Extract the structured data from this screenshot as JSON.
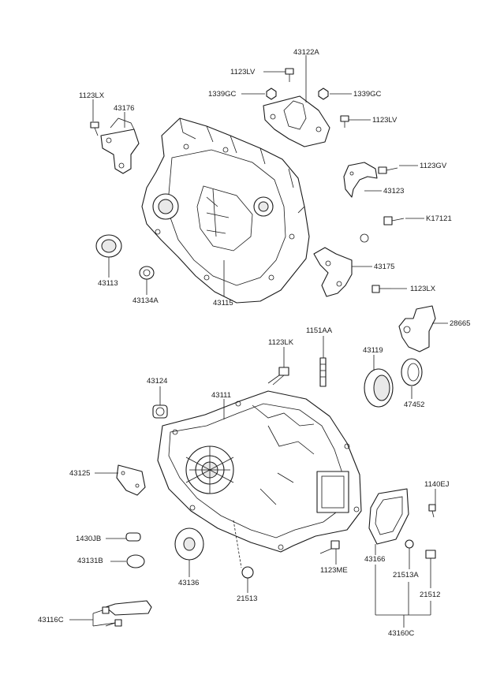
{
  "labels": {
    "p43122A": "43122A",
    "p1123LV_a": "1123LV",
    "p1339GC_a": "1339GC",
    "p1339GC_b": "1339GC",
    "p1123LV_b": "1123LV",
    "p1123LX_a": "1123LX",
    "p43176": "43176",
    "p1123GV": "1123GV",
    "p43123": "43123",
    "pK17121": "K17121",
    "p43113": "43113",
    "p43134A": "43134A",
    "p43115": "43115",
    "p43175": "43175",
    "p1123LX_b": "1123LX",
    "p28665": "28665",
    "p1151AA": "1151AA",
    "p1123LK": "1123LK",
    "p43119": "43119",
    "p47452": "47452",
    "p43124": "43124",
    "p43111": "43111",
    "p43125": "43125",
    "p1140EJ": "1140EJ",
    "p1430JB": "1430JB",
    "p43131B": "43131B",
    "p43136": "43136",
    "p21513": "21513",
    "p1123ME": "1123ME",
    "p43166": "43166",
    "p21513A": "21513A",
    "p21512": "21512",
    "p43116C": "43116C",
    "p43160C": "43160C"
  }
}
